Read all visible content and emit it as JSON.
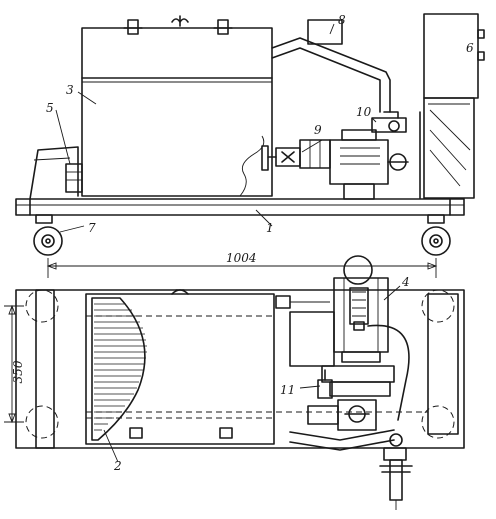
{
  "labels": {
    "l1": "1",
    "l2": "2",
    "l3": "3",
    "l4": "4",
    "l5": "5",
    "l6": "6",
    "l7": "7",
    "l8": "8",
    "l9": "9",
    "l10": "10",
    "l11": "11"
  },
  "dimensions": {
    "length": "1004",
    "width": "350"
  }
}
